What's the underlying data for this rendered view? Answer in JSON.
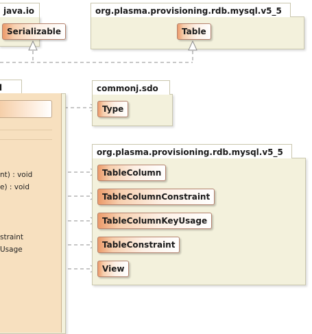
{
  "packages": {
    "java_io": {
      "label": "java.io"
    },
    "mysql_top": {
      "label": "org.plasma.provisioning.rdb.mysql.v5_5"
    },
    "commonj": {
      "label": "commonj.sdo"
    },
    "mysql_bottom": {
      "label": "org.plasma.provisioning.rdb.mysql.v5_5"
    },
    "left_fragment": {
      "label": "l"
    }
  },
  "classes": {
    "serializable": "Serializable",
    "table": "Table",
    "type": "Type",
    "table_column": "TableColumn",
    "table_column_constraint": "TableColumnConstraint",
    "table_column_key_usage": "TableColumnKeyUsage",
    "table_constraint": "TableConstraint",
    "view": "View"
  },
  "operations": [
    "nt) : void",
    "e) : void",
    "straint",
    "Usage"
  ],
  "colors": {
    "package_fill": "#f3f1dc",
    "class_gradient_start": "#eb9a6a",
    "class_fill": "#f7e0bf",
    "dependency_line": "#8c8c8c"
  }
}
